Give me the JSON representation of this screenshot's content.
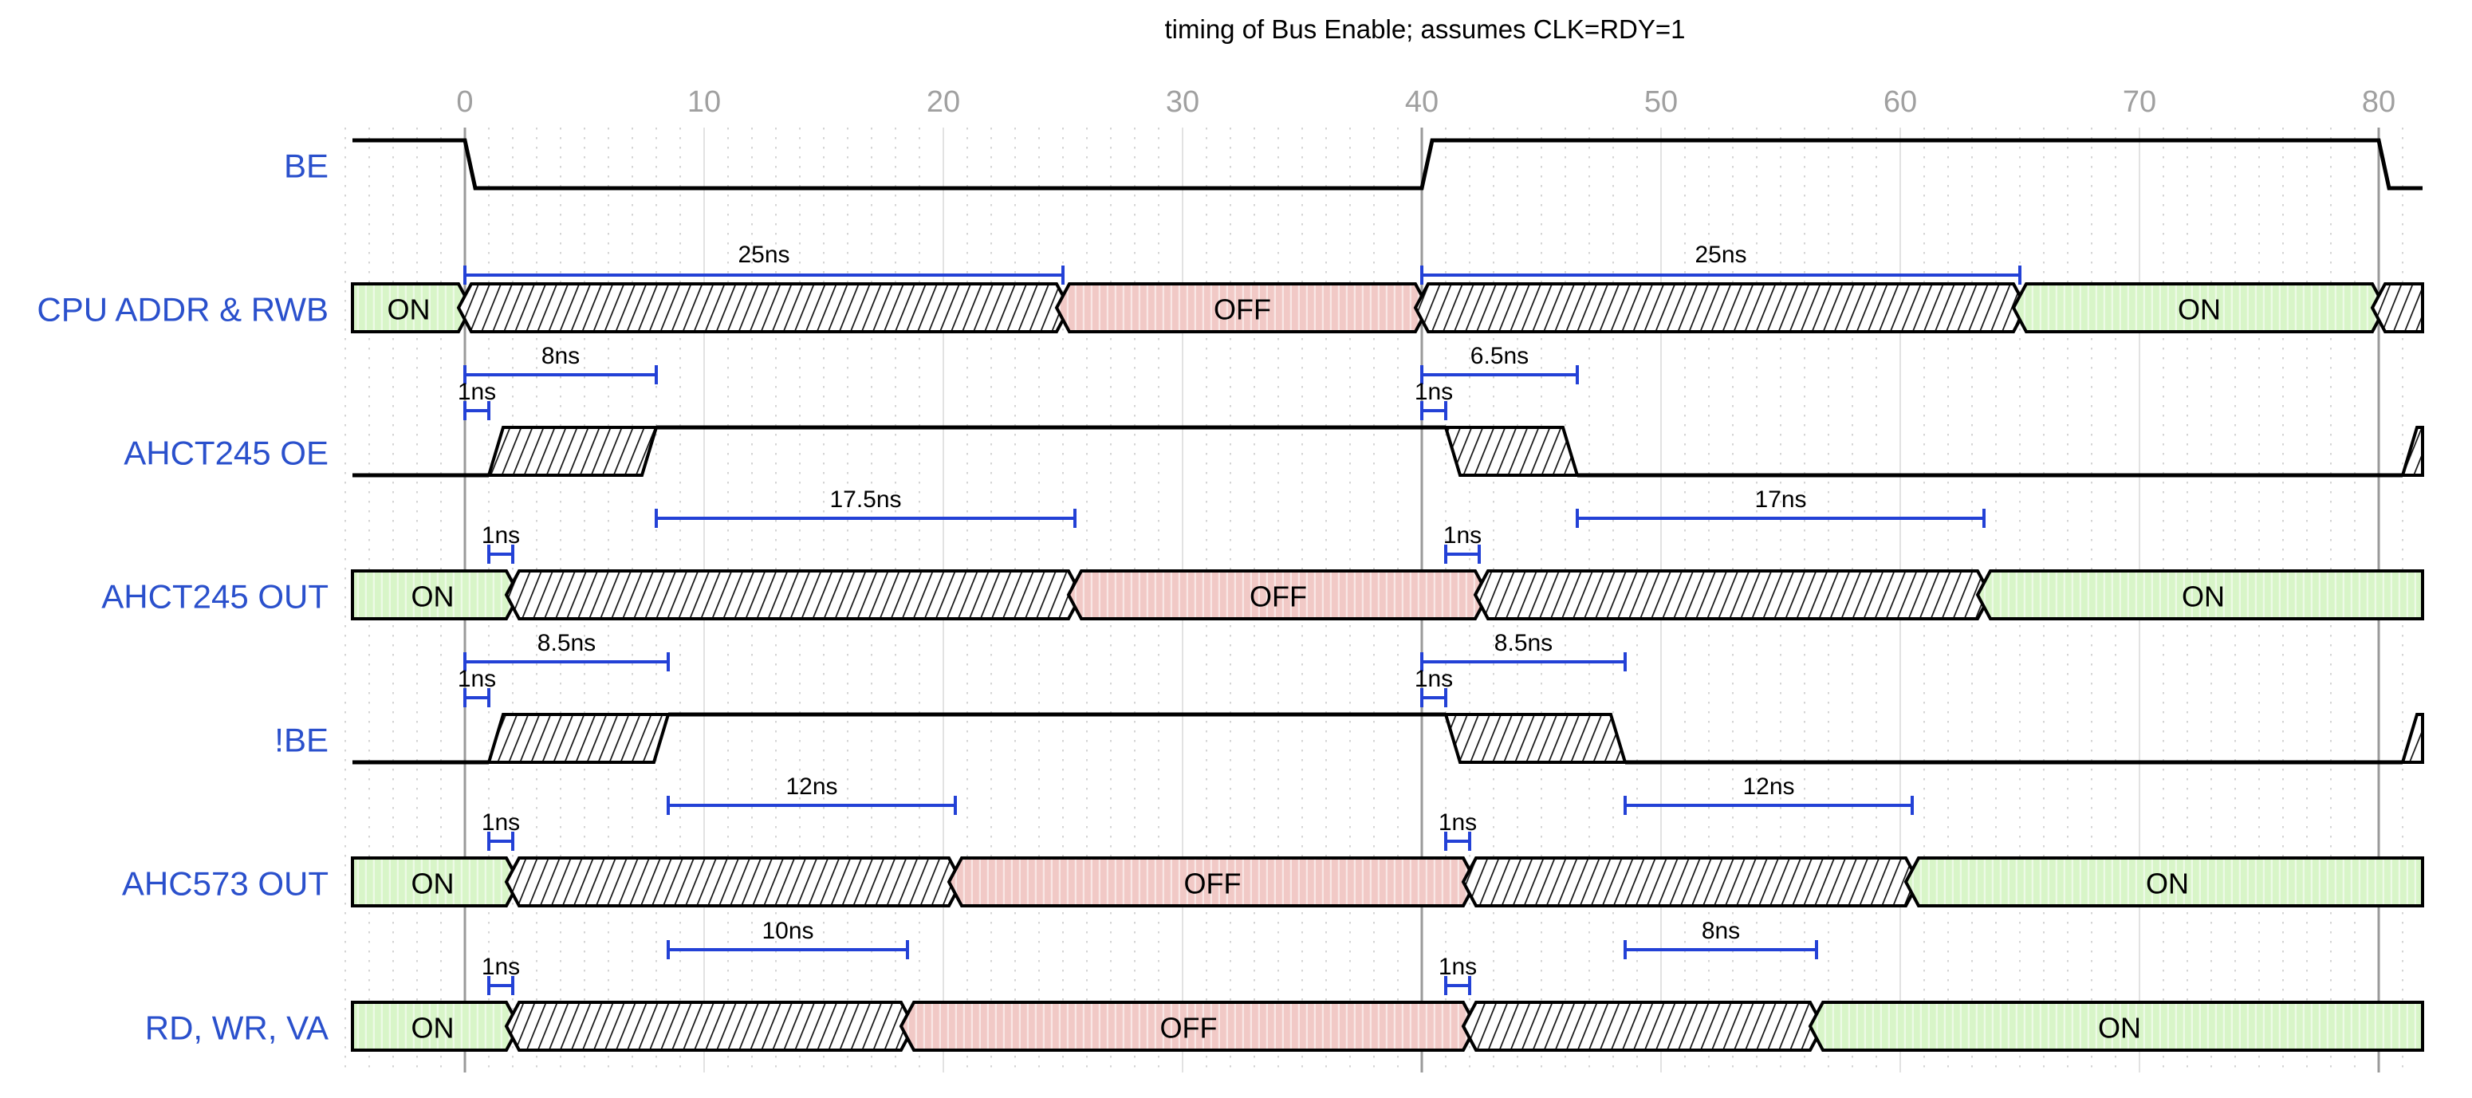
{
  "title": "timing of Bus Enable; assumes CLK=RDY=1",
  "axis": {
    "unit": "ns",
    "ticks": [
      0,
      10,
      20,
      30,
      40,
      50,
      60,
      70,
      80
    ],
    "emphasized_ticks": [
      0,
      40,
      80
    ]
  },
  "colors": {
    "label_blue": "#2a50cc",
    "arrow_blue": "#2341d6",
    "on_green": "#d8f5c8",
    "off_pink": "#f1c9c6",
    "hatch_line": "#111111",
    "signal_black": "#000000",
    "grid_major": "#9a9a9a",
    "grid_minor": "#e2e2e2",
    "grid_dot": "#c6c6c6",
    "tick_text": "#a0a0a0",
    "title_text": "#000000",
    "annotation_text": "#000000"
  },
  "state_labels": {
    "on": "ON",
    "off": "OFF"
  },
  "signals": [
    {
      "id": "be",
      "name": "BE",
      "type": "wave",
      "start_level": "high",
      "events": [
        {
          "type": "fall",
          "t": 0
        },
        {
          "type": "rise",
          "t": 40
        },
        {
          "type": "fall",
          "t": 80
        }
      ],
      "annotations": []
    },
    {
      "id": "cpu-addr-rwb",
      "name": "CPU ADDR & RWB",
      "type": "bus",
      "blocks": [
        {
          "state": "on",
          "label": "ON",
          "from": -4.7,
          "to": 0
        },
        {
          "state": "x",
          "label": "",
          "from": 0,
          "to": 25
        },
        {
          "state": "off",
          "label": "OFF",
          "from": 25,
          "to": 40
        },
        {
          "state": "x",
          "label": "",
          "from": 40,
          "to": 65
        },
        {
          "state": "on",
          "label": "ON",
          "from": 65,
          "to": 80
        },
        {
          "state": "x",
          "label": "",
          "from": 80,
          "to": 81.87
        }
      ],
      "annotations": [
        {
          "label": "25ns",
          "from": 0,
          "to": 25,
          "tier": "near"
        },
        {
          "label": "25ns",
          "from": 40,
          "to": 65,
          "tier": "near"
        }
      ]
    },
    {
      "id": "ahct245-oe",
      "name": "AHCT245 OE",
      "type": "wave",
      "start_level": "low",
      "events": [
        {
          "type": "bump_up",
          "t": 1,
          "t2": 8
        },
        {
          "type": "bump_down",
          "t": 41,
          "t2": 46.5
        },
        {
          "type": "bump_up",
          "t": 81,
          "t2": null
        }
      ],
      "annotations": [
        {
          "label": "8ns",
          "from": 0,
          "to": 8,
          "tier": "far"
        },
        {
          "label": "1ns",
          "from": 0,
          "to": 1,
          "tier": "sub"
        },
        {
          "label": "6.5ns",
          "from": 40,
          "to": 46.5,
          "tier": "far"
        },
        {
          "label": "1ns",
          "from": 40,
          "to": 41,
          "tier": "sub"
        }
      ]
    },
    {
      "id": "ahct245-out",
      "name": "AHCT245 OUT",
      "type": "bus",
      "blocks": [
        {
          "state": "on",
          "label": "ON",
          "from": -4.7,
          "to": 2
        },
        {
          "state": "x",
          "label": "",
          "from": 2,
          "to": 25.5
        },
        {
          "state": "off",
          "label": "OFF",
          "from": 25.5,
          "to": 42.5
        },
        {
          "state": "x",
          "label": "",
          "from": 42.5,
          "to": 63.5
        },
        {
          "state": "on",
          "label": "ON",
          "from": 63.5,
          "to": 81.87
        }
      ],
      "annotations": [
        {
          "label": "17.5ns",
          "from": 8,
          "to": 25.5,
          "tier": "far"
        },
        {
          "label": "1ns",
          "from": 1,
          "to": 2,
          "tier": "sub"
        },
        {
          "label": "17ns",
          "from": 46.5,
          "to": 63.5,
          "tier": "far"
        },
        {
          "label": "1ns",
          "from": 41,
          "to": 42.4,
          "tier": "sub"
        }
      ]
    },
    {
      "id": "not-be",
      "name": "!BE",
      "type": "wave",
      "start_level": "low",
      "events": [
        {
          "type": "bump_up",
          "t": 1,
          "t2": 8.5
        },
        {
          "type": "bump_down",
          "t": 41,
          "t2": 48.5
        },
        {
          "type": "bump_up",
          "t": 81,
          "t2": null
        }
      ],
      "annotations": [
        {
          "label": "8.5ns",
          "from": 0,
          "to": 8.5,
          "tier": "far"
        },
        {
          "label": "1ns",
          "from": 0,
          "to": 1,
          "tier": "sub"
        },
        {
          "label": "8.5ns",
          "from": 40,
          "to": 48.5,
          "tier": "far"
        },
        {
          "label": "1ns",
          "from": 40,
          "to": 41,
          "tier": "sub"
        }
      ]
    },
    {
      "id": "ahc573-out",
      "name": "AHC573 OUT",
      "type": "bus",
      "blocks": [
        {
          "state": "on",
          "label": "ON",
          "from": -4.7,
          "to": 2
        },
        {
          "state": "x",
          "label": "",
          "from": 2,
          "to": 20.5
        },
        {
          "state": "off",
          "label": "OFF",
          "from": 20.5,
          "to": 42
        },
        {
          "state": "x",
          "label": "",
          "from": 42,
          "to": 60.5
        },
        {
          "state": "on",
          "label": "ON",
          "from": 60.5,
          "to": 81.87
        }
      ],
      "annotations": [
        {
          "label": "12ns",
          "from": 8.5,
          "to": 20.5,
          "tier": "far"
        },
        {
          "label": "1ns",
          "from": 1,
          "to": 2,
          "tier": "sub"
        },
        {
          "label": "12ns",
          "from": 48.5,
          "to": 60.5,
          "tier": "far"
        },
        {
          "label": "1ns",
          "from": 41,
          "to": 42,
          "tier": "sub"
        }
      ]
    },
    {
      "id": "rd-wr-va",
      "name": "RD, WR, VA",
      "type": "bus",
      "blocks": [
        {
          "state": "on",
          "label": "ON",
          "from": -4.7,
          "to": 2
        },
        {
          "state": "x",
          "label": "",
          "from": 2,
          "to": 18.5
        },
        {
          "state": "off",
          "label": "OFF",
          "from": 18.5,
          "to": 42
        },
        {
          "state": "x",
          "label": "",
          "from": 42,
          "to": 56.5
        },
        {
          "state": "on",
          "label": "ON",
          "from": 56.5,
          "to": 81.87
        }
      ],
      "annotations": [
        {
          "label": "10ns",
          "from": 8.5,
          "to": 18.5,
          "tier": "far"
        },
        {
          "label": "1ns",
          "from": 1,
          "to": 2,
          "tier": "sub"
        },
        {
          "label": "8ns",
          "from": 48.5,
          "to": 56.5,
          "tier": "far"
        },
        {
          "label": "1ns",
          "from": 41,
          "to": 42,
          "tier": "sub"
        }
      ]
    }
  ]
}
